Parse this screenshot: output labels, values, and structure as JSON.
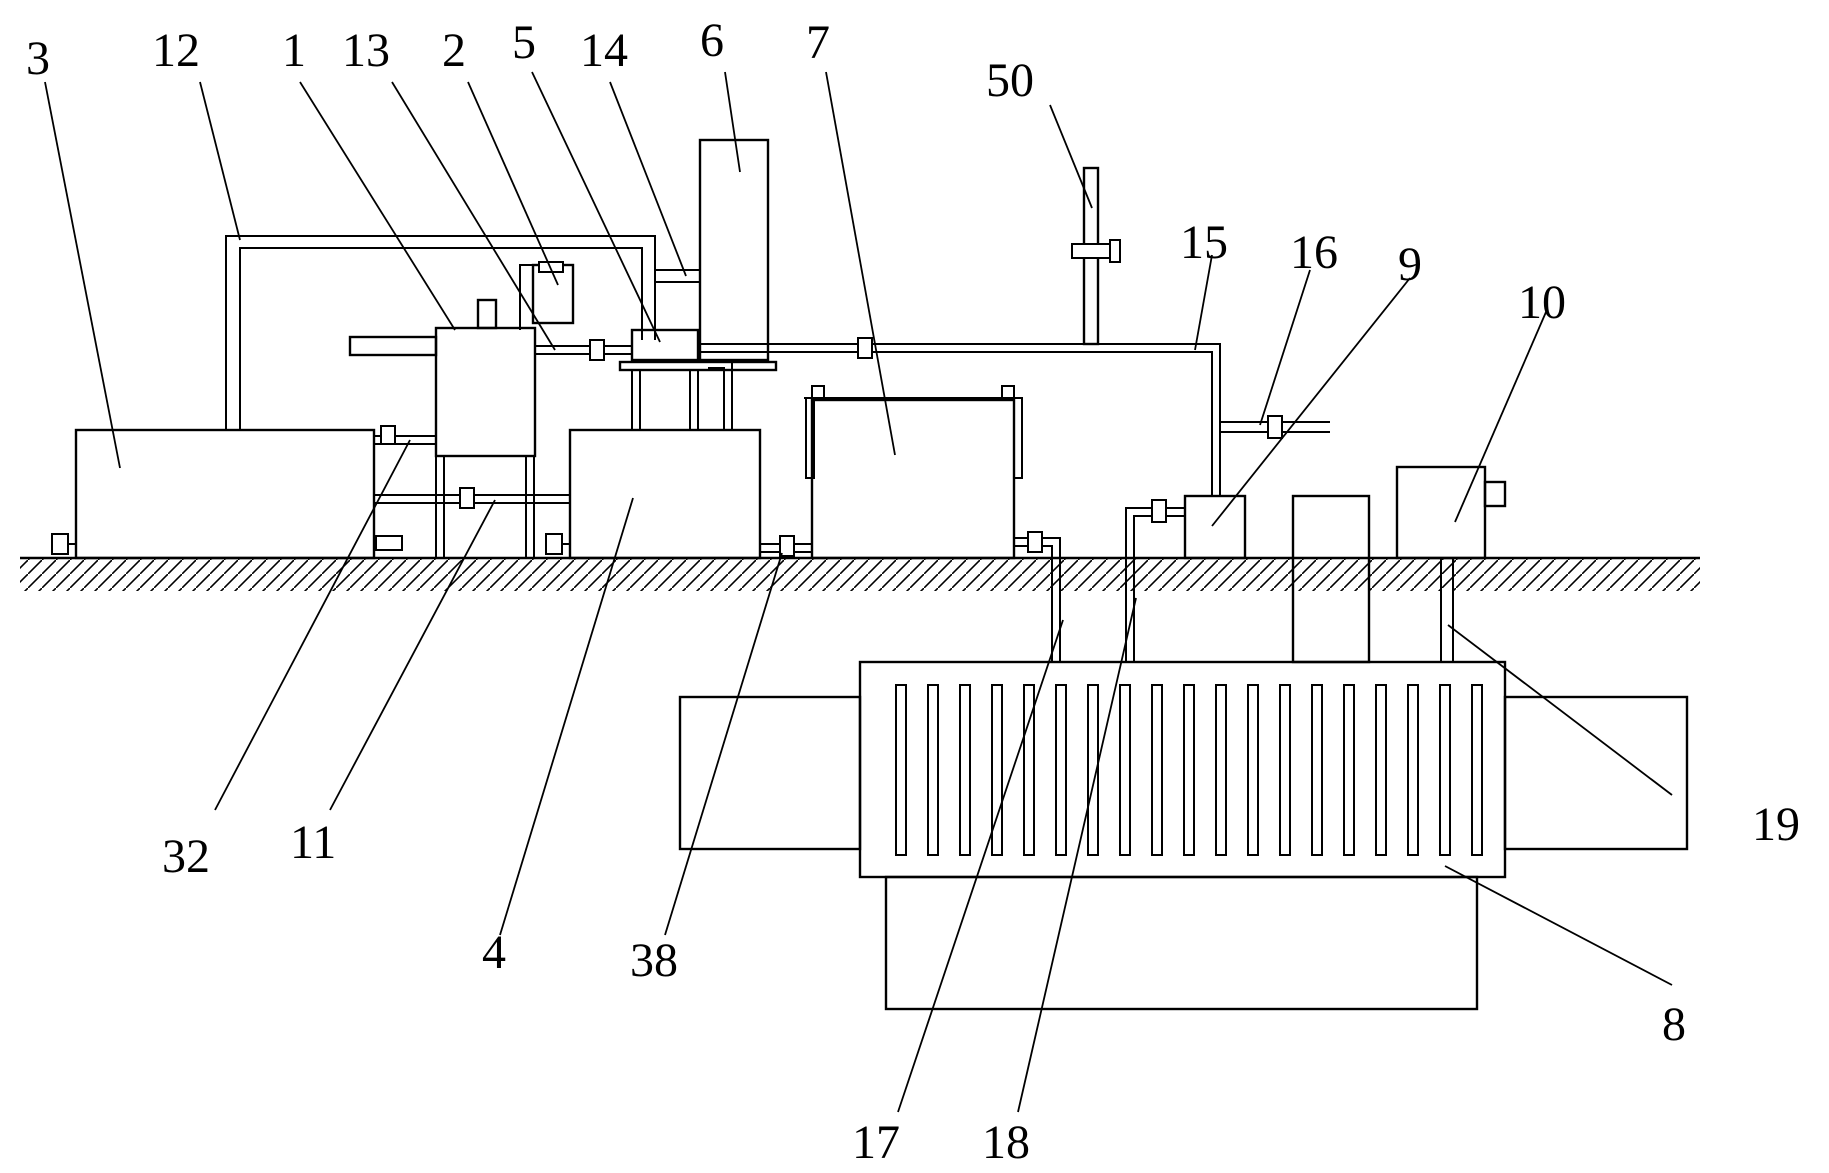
{
  "labels": {
    "l3": "3",
    "l12": "12",
    "l1": "1",
    "l13": "13",
    "l2": "2",
    "l5": "5",
    "l14": "14",
    "l6": "6",
    "l7": "7",
    "l50": "50",
    "l15": "15",
    "l16": "16",
    "l9": "9",
    "l10": "10",
    "l32": "32",
    "l11": "11",
    "l4": "4",
    "l38": "38",
    "l17": "17",
    "l18": "18",
    "l19": "19",
    "l8": "8"
  }
}
